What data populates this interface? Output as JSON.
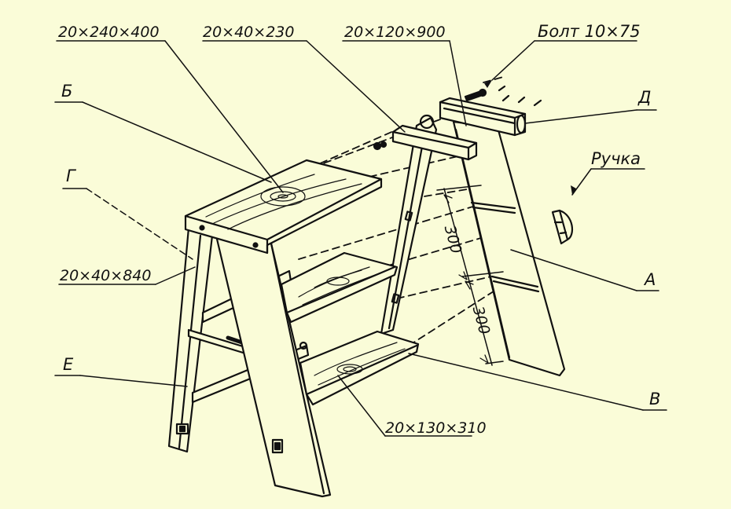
{
  "colors": {
    "background": "#fafcd8",
    "ink": "#111111"
  },
  "labels": {
    "dim_top_seat": "20×240×400",
    "dim_cross_bar": "20×40×230",
    "dim_rear_leg": "20×120×900",
    "bolt": "Болт  10×75",
    "letter_b": "Б",
    "letter_d": "Д",
    "letter_g": "Г",
    "handle": "Ручка",
    "dim_leg": "20×40×840",
    "letter_a": "А",
    "letter_e": "Е",
    "letter_v": "В",
    "dim_step": "20×130×310",
    "spacing_1": "300",
    "spacing_2": "300"
  }
}
